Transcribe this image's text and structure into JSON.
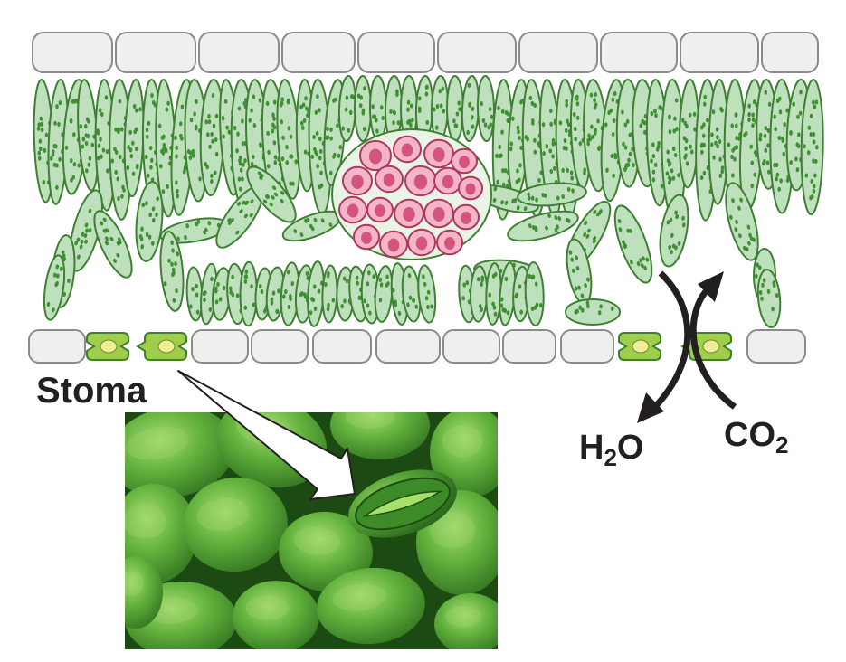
{
  "labels": {
    "stoma": "Stoma",
    "h2o": {
      "main": "H",
      "sub": "2",
      "tail": "O"
    },
    "co2": {
      "main": "CO",
      "sub": "2"
    }
  },
  "colors": {
    "epidermis_fill": "#eef0ee",
    "epidermis_stroke": "#8a8c8a",
    "mesophyll_fill": "#bfe0bd",
    "mesophyll_stroke": "#3f7f33",
    "chloroplast": "#3f8f34",
    "vascular_fill": "#f2b6c8",
    "vascular_stroke": "#b0365e",
    "vascular_nucleus": "#d4547e",
    "guard_cell": "#9fce4a",
    "guard_nucleus": "#f1ec9a",
    "arrow": "#231f20",
    "micro_bg": "#1d4a14",
    "micro_cell": "#58a83b",
    "micro_light": "#9bd56a"
  },
  "icons": [
    "gas-exchange-arrows",
    "callout-arrow"
  ]
}
